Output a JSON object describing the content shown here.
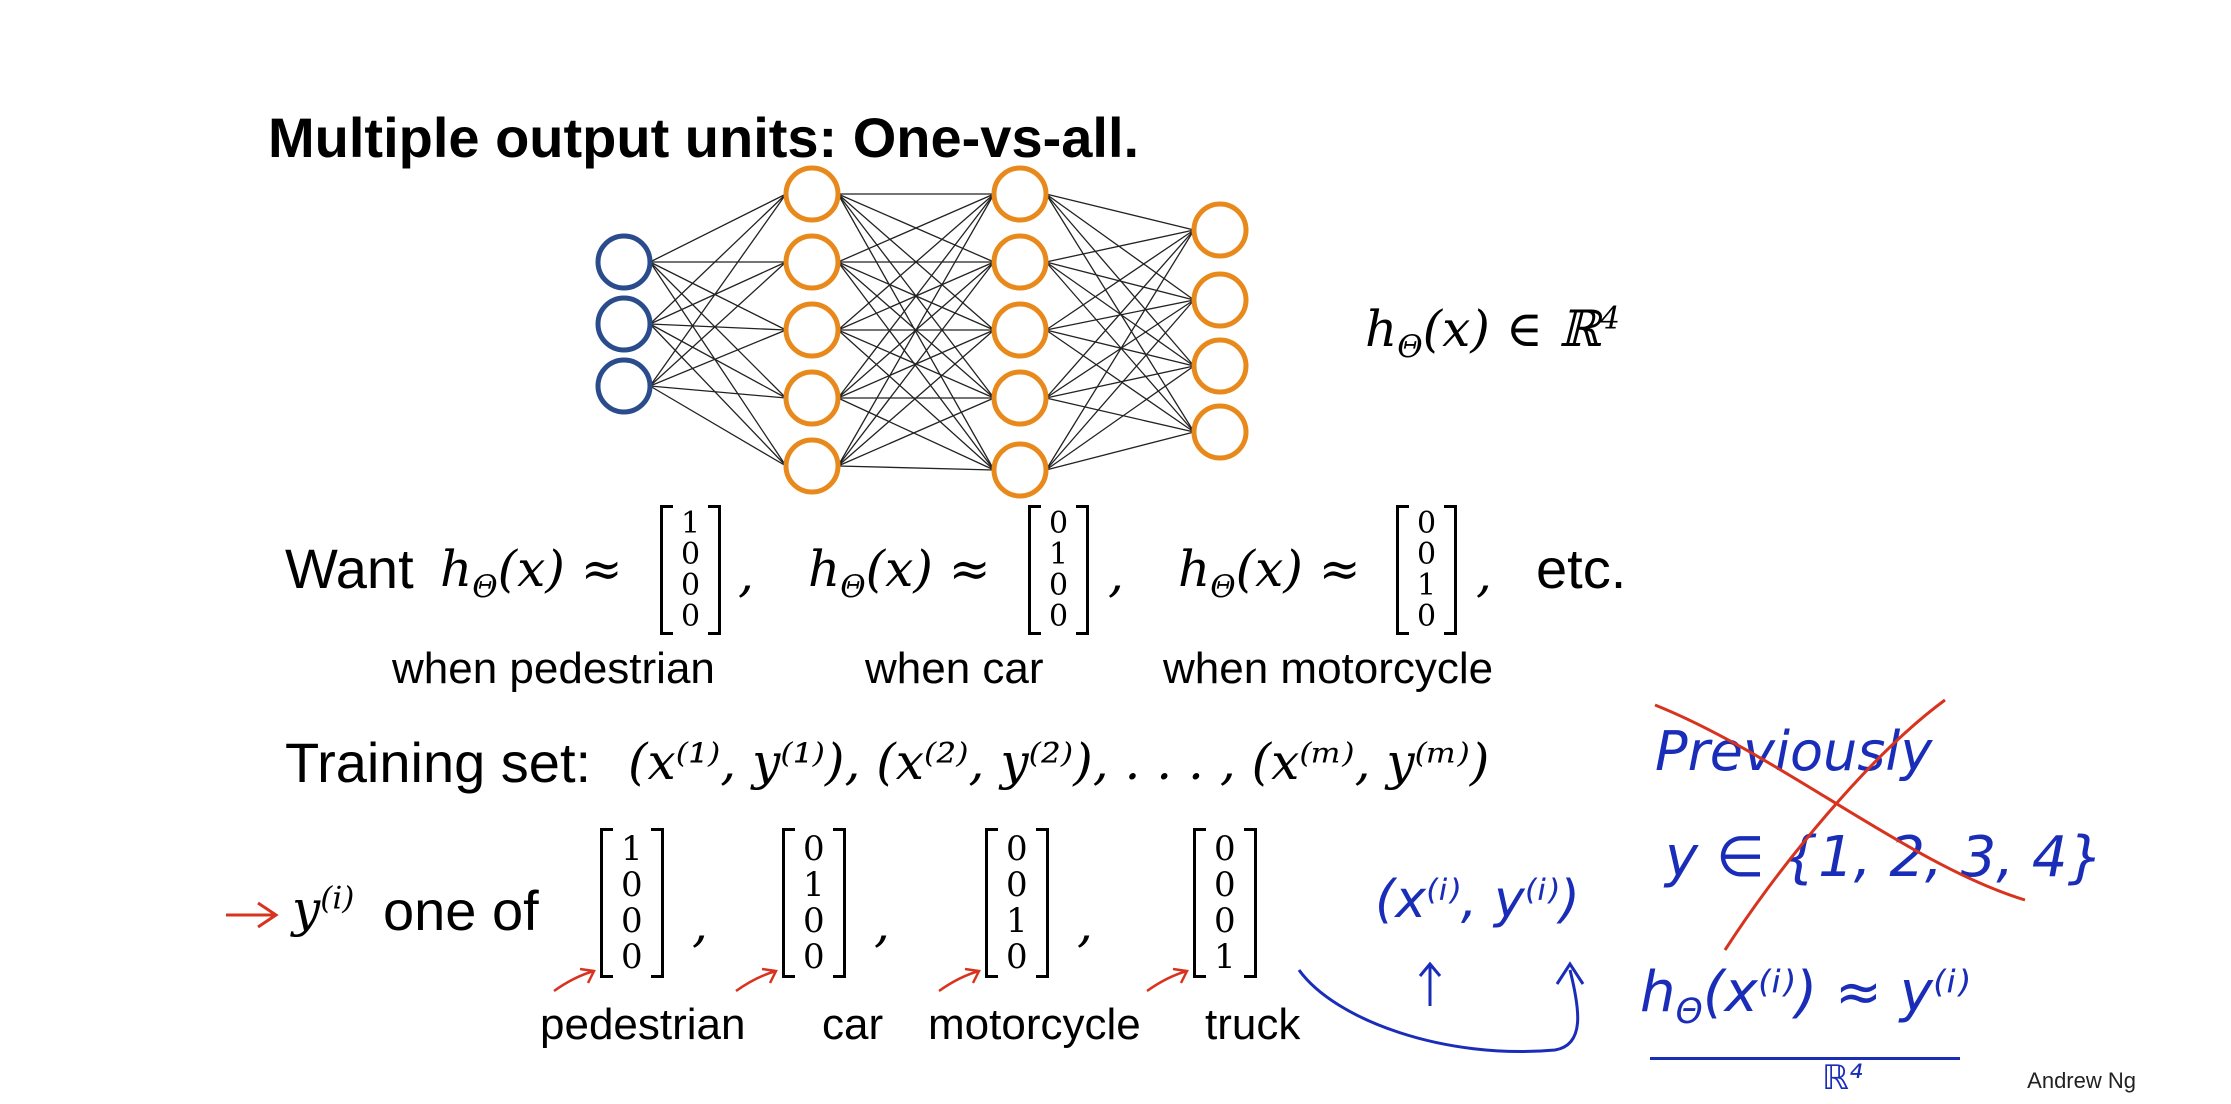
{
  "title": "Multiple output units: One-vs-all.",
  "network": {
    "layers": [
      3,
      5,
      5,
      4
    ],
    "colors": {
      "input": "#2b4c8c",
      "hidden": "#e8891c",
      "output": "#e8891c",
      "edge": "#222222"
    }
  },
  "hypothesis": {
    "lhs": "h",
    "sub": "Θ",
    "arg": "(x) ∈ ℝ",
    "sup": "4"
  },
  "want": {
    "word": "Want",
    "expr_lhs": "h",
    "expr_sub": "Θ",
    "expr_rest": "(x) ≈",
    "vectors": [
      {
        "values": [
          "1",
          "0",
          "0",
          "0"
        ],
        "caption": "when pedestrian"
      },
      {
        "values": [
          "0",
          "1",
          "0",
          "0"
        ],
        "caption": "when car"
      },
      {
        "values": [
          "0",
          "0",
          "1",
          "0"
        ],
        "caption": "when motorcycle"
      }
    ],
    "comma": ",",
    "etc": "etc."
  },
  "training": {
    "label": "Training set:",
    "expr": "(x⁽¹⁾, y⁽¹⁾), (x⁽²⁾, y⁽²⁾), . . . , (x⁽ᵐ⁾, y⁽ᵐ⁾)"
  },
  "yi": {
    "symbol": "y",
    "sup": "(i)",
    "text": "one of",
    "vectors": [
      {
        "values": [
          "1",
          "0",
          "0",
          "0"
        ],
        "caption": "pedestrian"
      },
      {
        "values": [
          "0",
          "1",
          "0",
          "0"
        ],
        "caption": "car"
      },
      {
        "values": [
          "0",
          "0",
          "1",
          "0"
        ],
        "caption": "motorcycle"
      },
      {
        "values": [
          "0",
          "0",
          "0",
          "1"
        ],
        "caption": "truck"
      }
    ]
  },
  "handwriting": {
    "previously": "Previously",
    "yset": "y ∈ {1, 2, 3, 4}",
    "pair": "(x⁽ⁱ⁾, y⁽ⁱ⁾)",
    "approx": "h",
    "approx_sub": "Θ",
    "approx_rest": "(x⁽ⁱ⁾) ≈ y⁽ⁱ⁾",
    "reals": "ℝ⁴",
    "colors": {
      "blue": "#1a2db8",
      "red": "#d8331e"
    }
  },
  "credit": "Andrew Ng"
}
